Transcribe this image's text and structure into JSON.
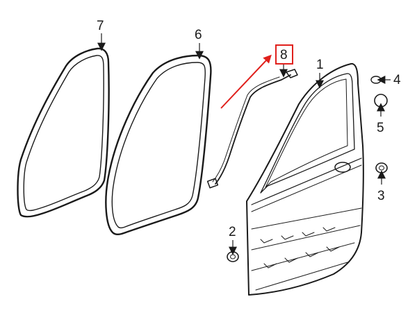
{
  "callouts": {
    "part_1": "1",
    "part_2": "2",
    "part_3": "3",
    "part_4": "4",
    "part_5": "5",
    "part_6": "6",
    "part_7": "7",
    "part_8": "8"
  },
  "highlight": {
    "target": "part_8",
    "box_color": "#e0201c",
    "arrow_color": "#e0201c"
  },
  "icons": {
    "arrow": "red-pointer-arrow"
  }
}
